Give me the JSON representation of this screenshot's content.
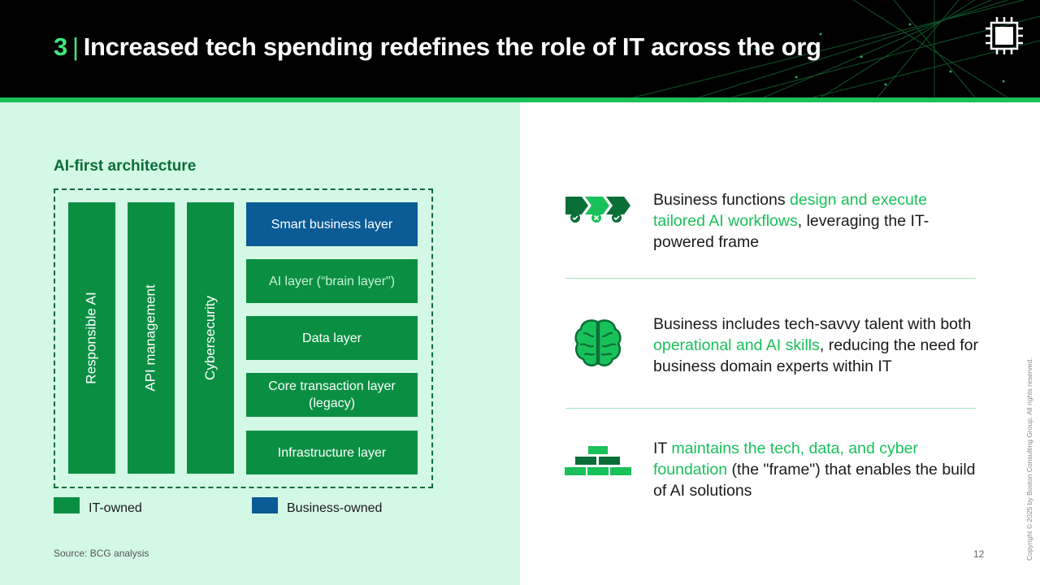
{
  "header": {
    "section_number": "3",
    "separator": "|",
    "title": "Increased tech spending redefines the role of IT across the org",
    "icon": "chip-icon"
  },
  "architecture": {
    "title": "AI-first architecture",
    "pillars": [
      "Responsible AI",
      "API management",
      "Cybersecurity"
    ],
    "layers": [
      {
        "label": "Smart business layer",
        "owner": "business"
      },
      {
        "label": "AI layer (“brain layer\")",
        "owner": "it"
      },
      {
        "label": "Data layer",
        "owner": "it"
      },
      {
        "label": "Core transaction layer (legacy)",
        "owner": "it"
      },
      {
        "label": "Infrastructure layer",
        "owner": "it"
      }
    ],
    "legend": {
      "it_owned": "IT-owned",
      "business_owned": "Business-owned"
    }
  },
  "colors": {
    "it_green": "#0a8f42",
    "business_blue": "#0b5b96",
    "accent_green": "#19c15a",
    "panel_mint": "#d4f8e6"
  },
  "points": [
    {
      "icon": "trucks-icon",
      "text_before": "Business functions ",
      "highlight": "design and execute tailored AI workflows",
      "text_after": ", leveraging the IT-powered frame"
    },
    {
      "icon": "brain-icon",
      "text_before": "Business includes tech-savvy talent with both ",
      "highlight": "operational and AI skills",
      "text_after": ", reducing the need for business domain experts within IT"
    },
    {
      "icon": "bricks-icon",
      "text_before": "IT ",
      "highlight": "maintains the tech, data, and cyber foundation",
      "text_after": " (the \"frame\") that enables the build of AI solutions"
    }
  ],
  "footer": {
    "source": "Source: BCG analysis",
    "page_number": "12",
    "copyright": "Copyright © 2025 by Boston Consulting Group. All rights reserved."
  }
}
